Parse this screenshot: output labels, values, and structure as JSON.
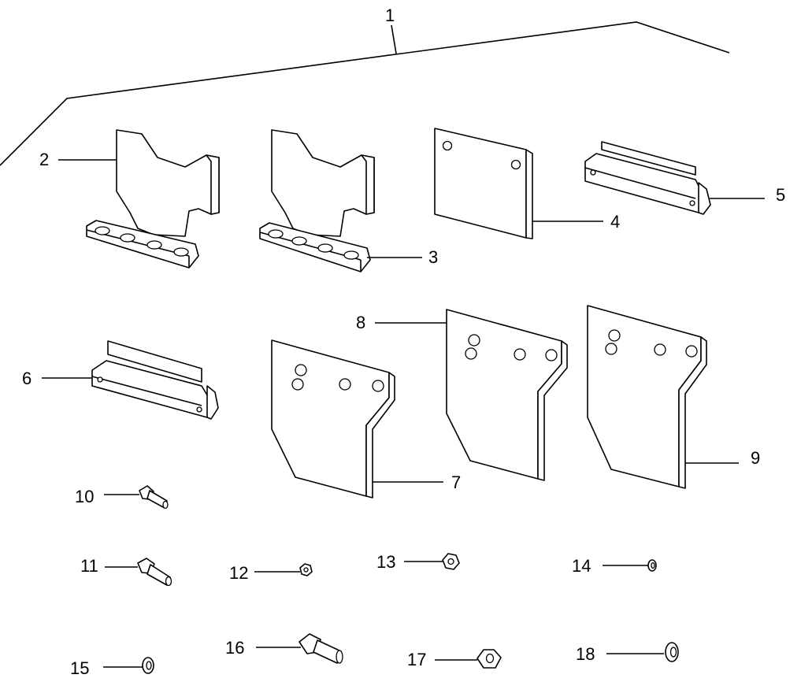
{
  "diagram": {
    "callouts": {
      "c1": "1",
      "c2": "2",
      "c3": "3",
      "c4": "4",
      "c5": "5",
      "c6": "6",
      "c7": "7",
      "c8": "8",
      "c9": "9",
      "c10": "10",
      "c11": "11",
      "c12": "12",
      "c13": "13",
      "c14": "14",
      "c15": "15",
      "c16": "16",
      "c17": "17",
      "c18": "18"
    },
    "parts": [
      {
        "ref": "2",
        "icon": "u-bracket-with-base"
      },
      {
        "ref": "3",
        "icon": "u-bracket-with-base"
      },
      {
        "ref": "4",
        "icon": "square-plate"
      },
      {
        "ref": "5",
        "icon": "strip-bracket"
      },
      {
        "ref": "6",
        "icon": "strip-bracket"
      },
      {
        "ref": "7",
        "icon": "shaped-plate"
      },
      {
        "ref": "8",
        "icon": "shaped-plate"
      },
      {
        "ref": "9",
        "icon": "shaped-plate"
      },
      {
        "ref": "10",
        "icon": "bolt"
      },
      {
        "ref": "11",
        "icon": "bolt"
      },
      {
        "ref": "12",
        "icon": "nut"
      },
      {
        "ref": "13",
        "icon": "nut"
      },
      {
        "ref": "14",
        "icon": "washer"
      },
      {
        "ref": "15",
        "icon": "washer"
      },
      {
        "ref": "16",
        "icon": "bolt"
      },
      {
        "ref": "17",
        "icon": "nut"
      },
      {
        "ref": "18",
        "icon": "washer"
      }
    ]
  }
}
